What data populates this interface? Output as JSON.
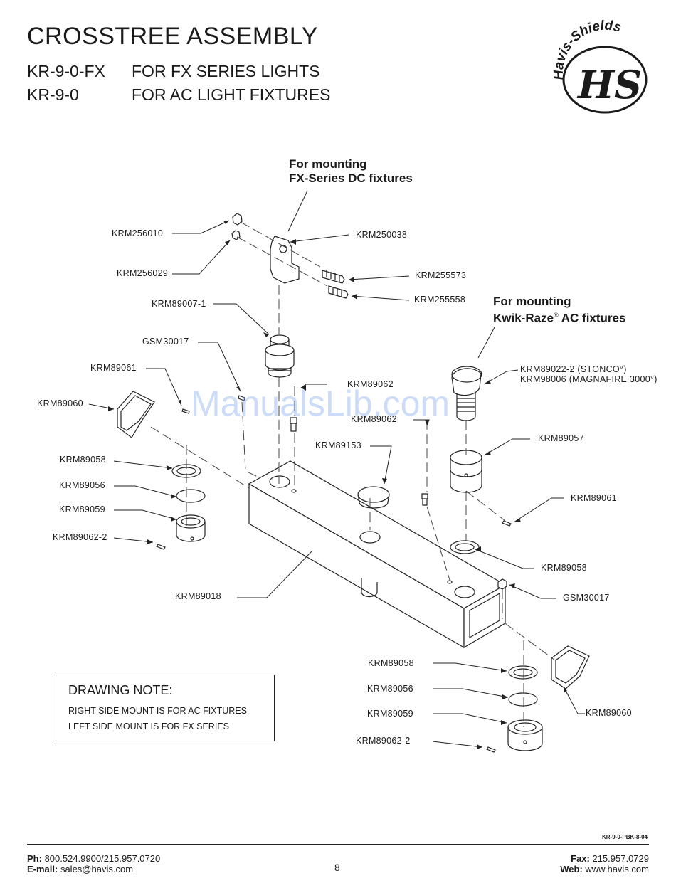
{
  "header": {
    "title": "CROSSTREE ASSEMBLY",
    "line1_code": "KR-9-0-FX",
    "line1_desc": "FOR FX SERIES LIGHTS",
    "line2_code": "KR-9-0",
    "line2_desc": "FOR AC LIGHT FIXTURES",
    "logo_text": "Havis-Shields",
    "logo_mark": "HS"
  },
  "headings": {
    "fx_line1": "For mounting",
    "fx_line2": "FX-Series DC fixtures",
    "ac_line1": "For mounting",
    "ac_line2_brand": "Kwik-Raze",
    "ac_line2_reg": "®",
    "ac_line2_rest": " AC fixtures"
  },
  "labels": {
    "krm256010": "KRM256010",
    "krm250038": "KRM250038",
    "krm256029": "KRM256029",
    "krm255573": "KRM255573",
    "krm255558": "KRM255558",
    "krm89007_1": "KRM89007-1",
    "gsm30017_left": "GSM30017",
    "krm89061_left": "KRM89061",
    "krm89062_a": "KRM89062",
    "krm89060_left": "KRM89060",
    "krm89062_b": "KRM89062",
    "krm89022_2": "KRM89022-2 (STONCO°)",
    "krm98006": "KRM98006 (MAGNAFIRE 3000°)",
    "krm89057": "KRM89057",
    "krm89153": "KRM89153",
    "krm89058_left": "KRM89058",
    "krm89056_left": "KRM89056",
    "krm89059_left": "KRM89059",
    "krm89062_2_left": "KRM89062-2",
    "krm89061_right": "KRM89061",
    "krm89058_right": "KRM89058",
    "krm89018": "KRM89018",
    "gsm30017_right": "GSM30017",
    "krm89058_bottom": "KRM89058",
    "krm89056_bottom": "KRM89056",
    "krm89059_bottom": "KRM89059",
    "krm89062_2_bottom": "KRM89062-2",
    "krm89060_right": "KRM89060"
  },
  "note": {
    "title": "DRAWING NOTE:",
    "line1": "RIGHT SIDE MOUNT IS FOR AC FIXTURES",
    "line2": "LEFT SIDE MOUNT IS FOR FX SERIES"
  },
  "watermark": "ManualsLib.com",
  "footer": {
    "doc_code": "KR-9-0-PBK-8-04",
    "phone_label": "Ph:",
    "phone_value": " 800.524.9900/215.957.0720",
    "email_label": "E-mail:",
    "email_value": " sales@havis.com",
    "page_number": "8",
    "fax_label": "Fax:",
    "fax_value": " 215.957.0729",
    "web_label": "Web:",
    "web_value": " www.havis.com"
  }
}
